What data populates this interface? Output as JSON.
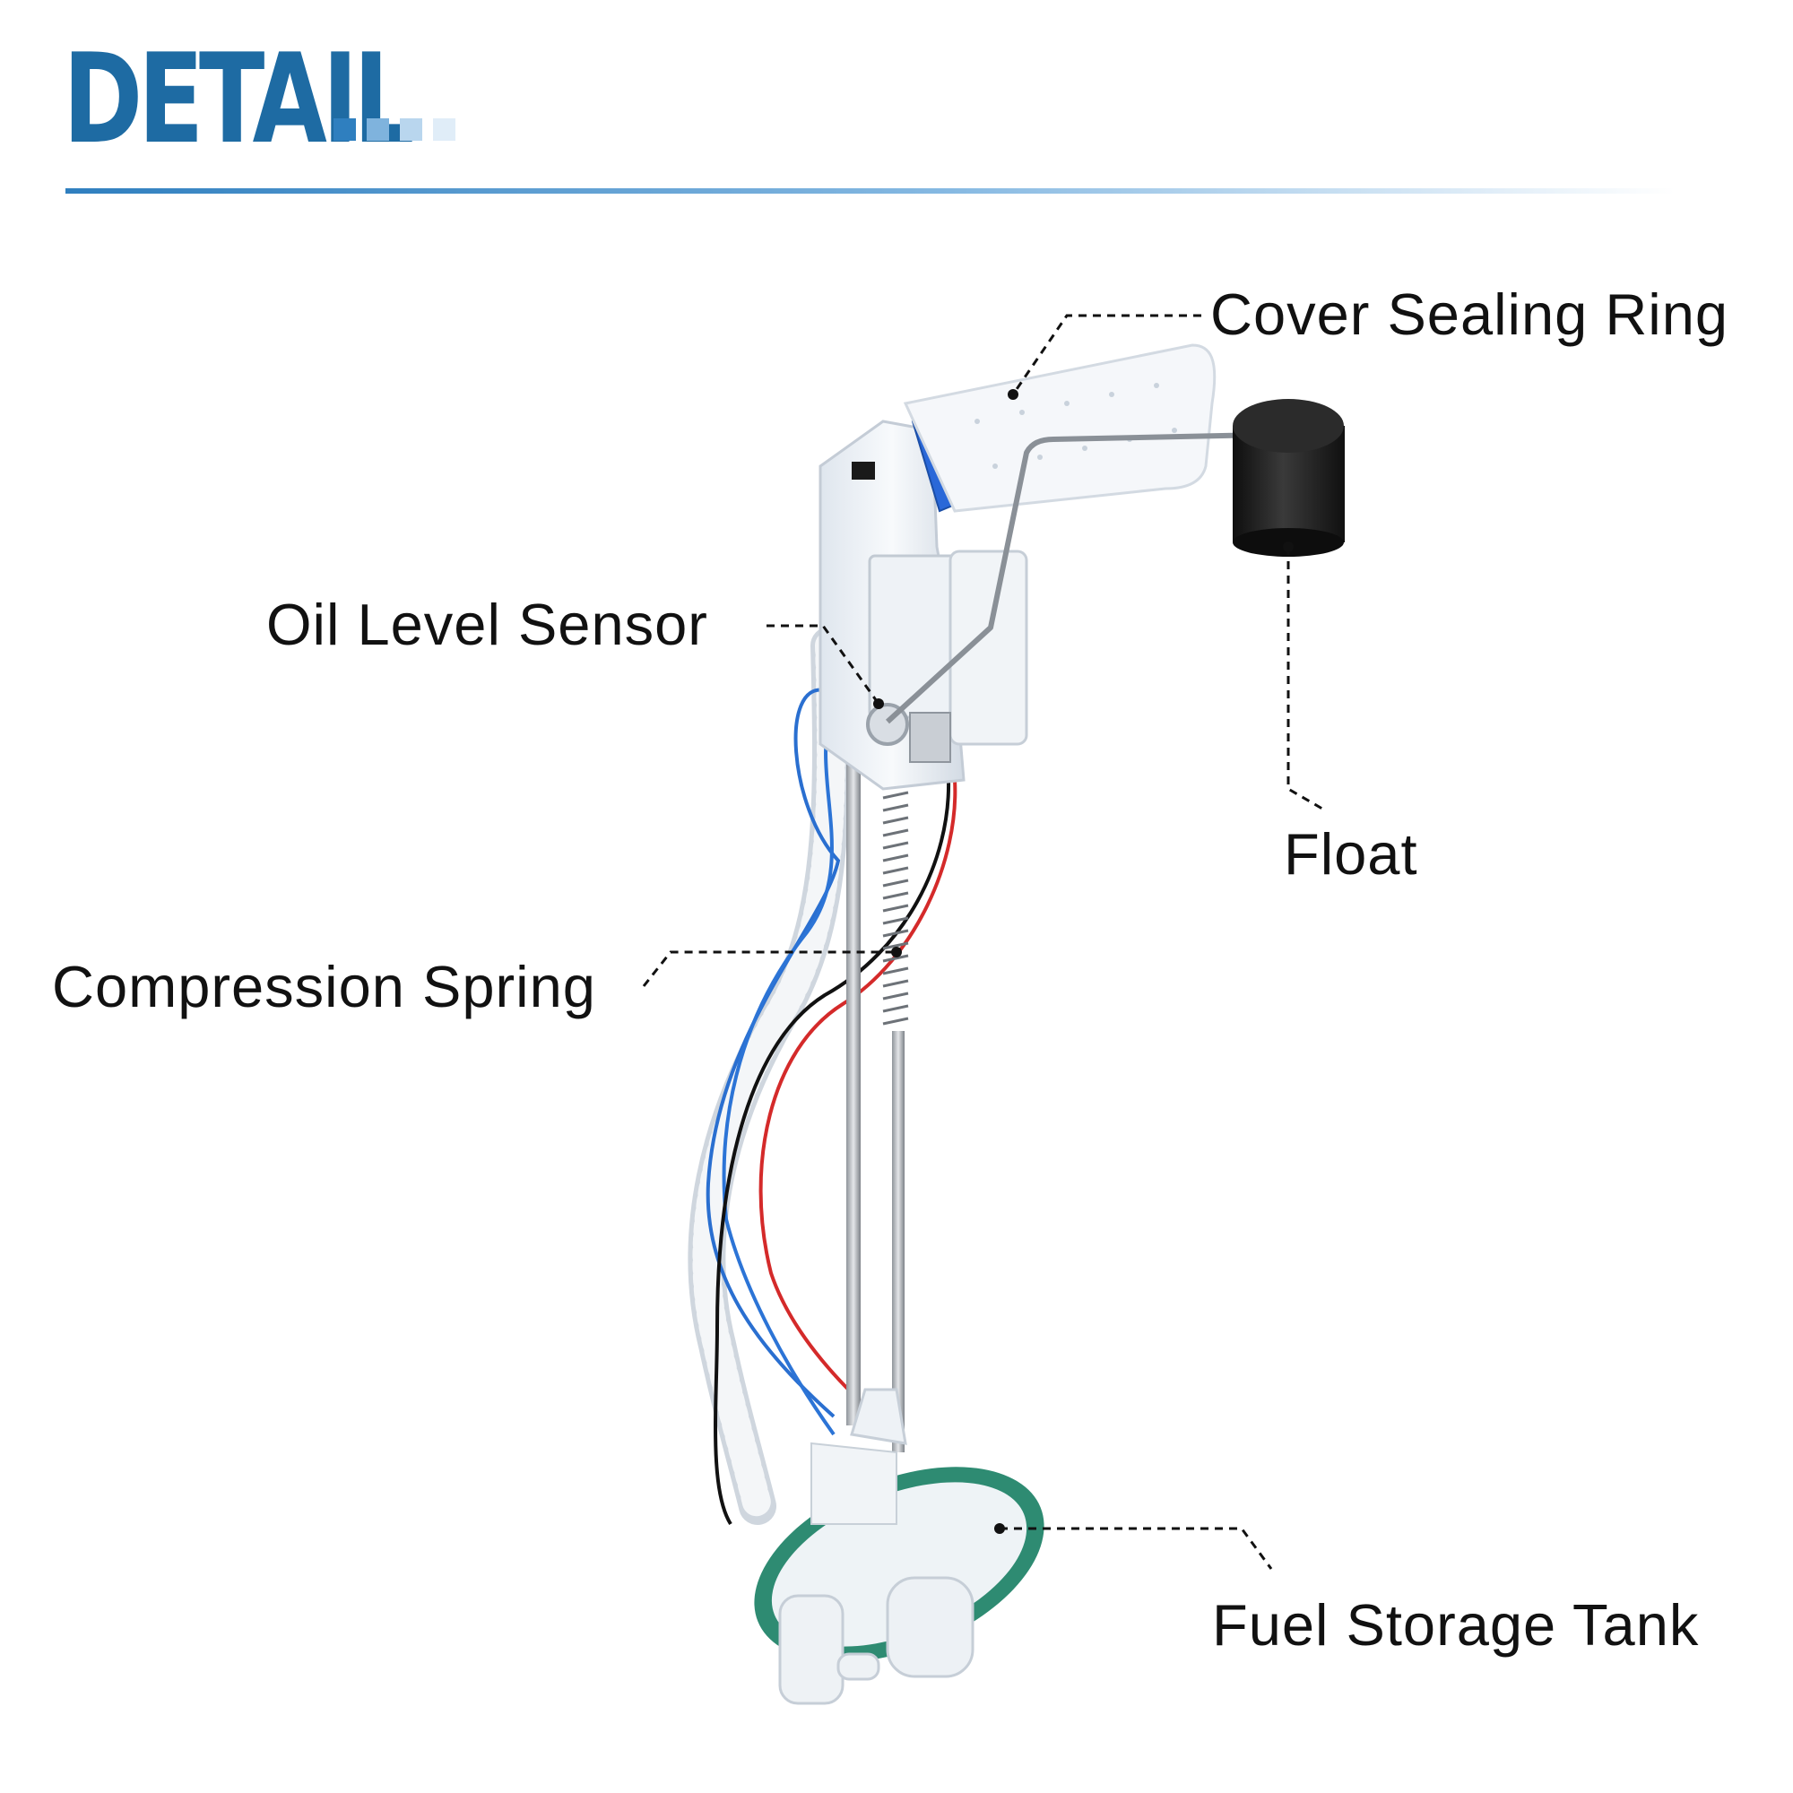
{
  "header": {
    "title": "DETAIL",
    "dot_colors": [
      "#2f7fbf",
      "#7fb3dd",
      "#b9d6ee",
      "#e0edf8"
    ]
  },
  "accent_color": "#1e6ba3",
  "labels": {
    "cover_sealing_ring": "Cover Sealing Ring",
    "oil_level_sensor": "Oil Level Sensor",
    "float": "Float",
    "compression_spring": "Compression Spring",
    "fuel_storage_tank": "Fuel Storage Tank"
  }
}
